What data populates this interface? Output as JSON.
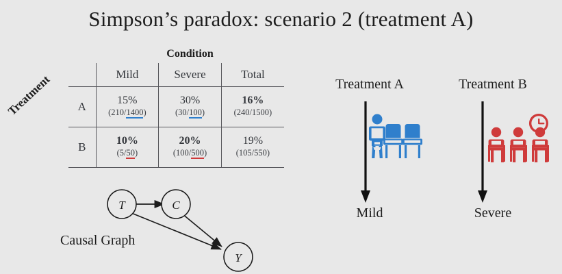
{
  "slide": {
    "title": "Simpson’s paradox: scenario 2 (treatment A)",
    "background_color": "#e8e8e8"
  },
  "table": {
    "column_group_label": "Condition",
    "row_group_label": "Treatment",
    "column_headers": [
      "Mild",
      "Severe",
      "Total"
    ],
    "row_headers": [
      "A",
      "B"
    ],
    "rows": [
      {
        "label": "A",
        "cells": [
          {
            "percent": "15%",
            "bold": false,
            "frac_open": "(210/",
            "frac_underlined": "1400",
            "frac_close": ")",
            "underline_color": "#2f7fcc"
          },
          {
            "percent": "30%",
            "bold": false,
            "frac_open": "(30/",
            "frac_underlined": "100",
            "frac_close": ")",
            "underline_color": "#2f7fcc"
          },
          {
            "percent": "16%",
            "bold": true,
            "frac_open": "(240/",
            "frac_underlined": "",
            "frac_close": "1500)",
            "underline_color": ""
          }
        ]
      },
      {
        "label": "B",
        "cells": [
          {
            "percent": "10%",
            "bold": true,
            "frac_open": "(5/",
            "frac_underlined": "50",
            "frac_close": ")",
            "underline_color": "#cf3b3b"
          },
          {
            "percent": "20%",
            "bold": true,
            "frac_open": "(100/",
            "frac_underlined": "500",
            "frac_close": ")",
            "underline_color": "#cf3b3b"
          },
          {
            "percent": "19%",
            "bold": false,
            "frac_open": "(105/",
            "frac_underlined": "",
            "frac_close": "550)",
            "underline_color": ""
          }
        ]
      }
    ]
  },
  "causal_graph": {
    "caption": "Causal Graph",
    "nodes": [
      {
        "id": "T",
        "label": "T"
      },
      {
        "id": "C",
        "label": "C"
      },
      {
        "id": "Y",
        "label": "Y"
      }
    ],
    "edges": [
      {
        "from": "T",
        "to": "C"
      },
      {
        "from": "T",
        "to": "Y"
      },
      {
        "from": "C",
        "to": "Y"
      }
    ]
  },
  "panels": [
    {
      "id": "a",
      "title": "Treatment A",
      "footer": "Mild",
      "accent_color": "#2f7fcc",
      "art_name": "waiting-room-one-person-two-empty-chairs",
      "people_count": 1,
      "empty_chairs": 2,
      "has_clock": false
    },
    {
      "id": "b",
      "title": "Treatment B",
      "footer": "Severe",
      "accent_color": "#cf3b3b",
      "art_name": "waiting-room-three-people-with-clock",
      "people_count": 3,
      "empty_chairs": 0,
      "has_clock": true
    }
  ]
}
